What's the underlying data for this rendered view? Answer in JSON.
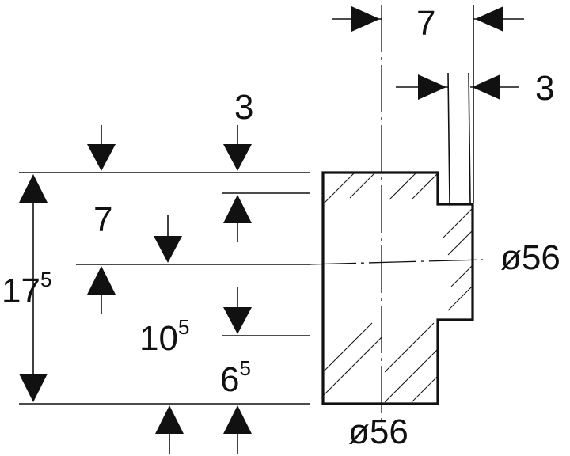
{
  "drawing": {
    "dimensions": {
      "top_width": "7",
      "top_wall": "3",
      "left_top": "3",
      "left_seven": "7",
      "total_main": "17",
      "total_sup": "5",
      "lower_main": "10",
      "lower_sup": "5",
      "bottom_main": "6",
      "bottom_sup": "5",
      "right_diameter": "ø56",
      "bottom_diameter": "ø56"
    },
    "colors": {
      "line": "#111111",
      "background": "#ffffff"
    }
  }
}
